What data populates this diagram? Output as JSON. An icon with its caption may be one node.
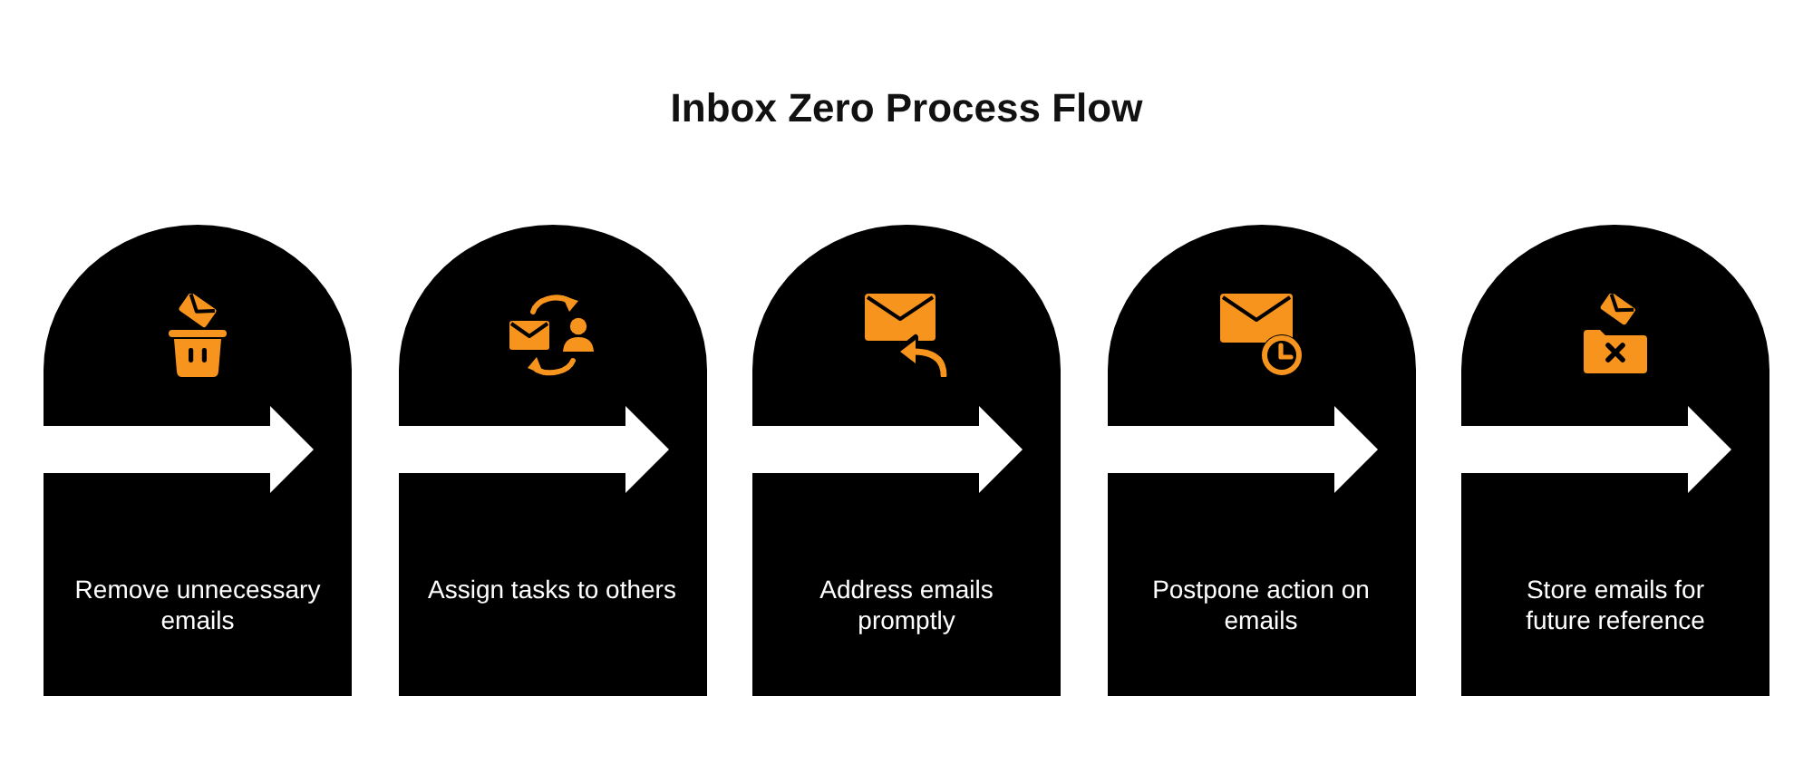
{
  "diagram": {
    "title": "Inbox Zero Process Flow",
    "nodes": [
      {
        "text": [
          "Remove unnecessary emails"
        ]
      },
      {
        "text": [
          "Assign tasks to others"
        ]
      },
      {
        "text": [
          "Address emails promptly"
        ]
      },
      {
        "text": [
          "Postpone action on emails"
        ]
      },
      {
        "text": [
          "Store emails for future reference"
        ]
      }
    ]
  }
}
